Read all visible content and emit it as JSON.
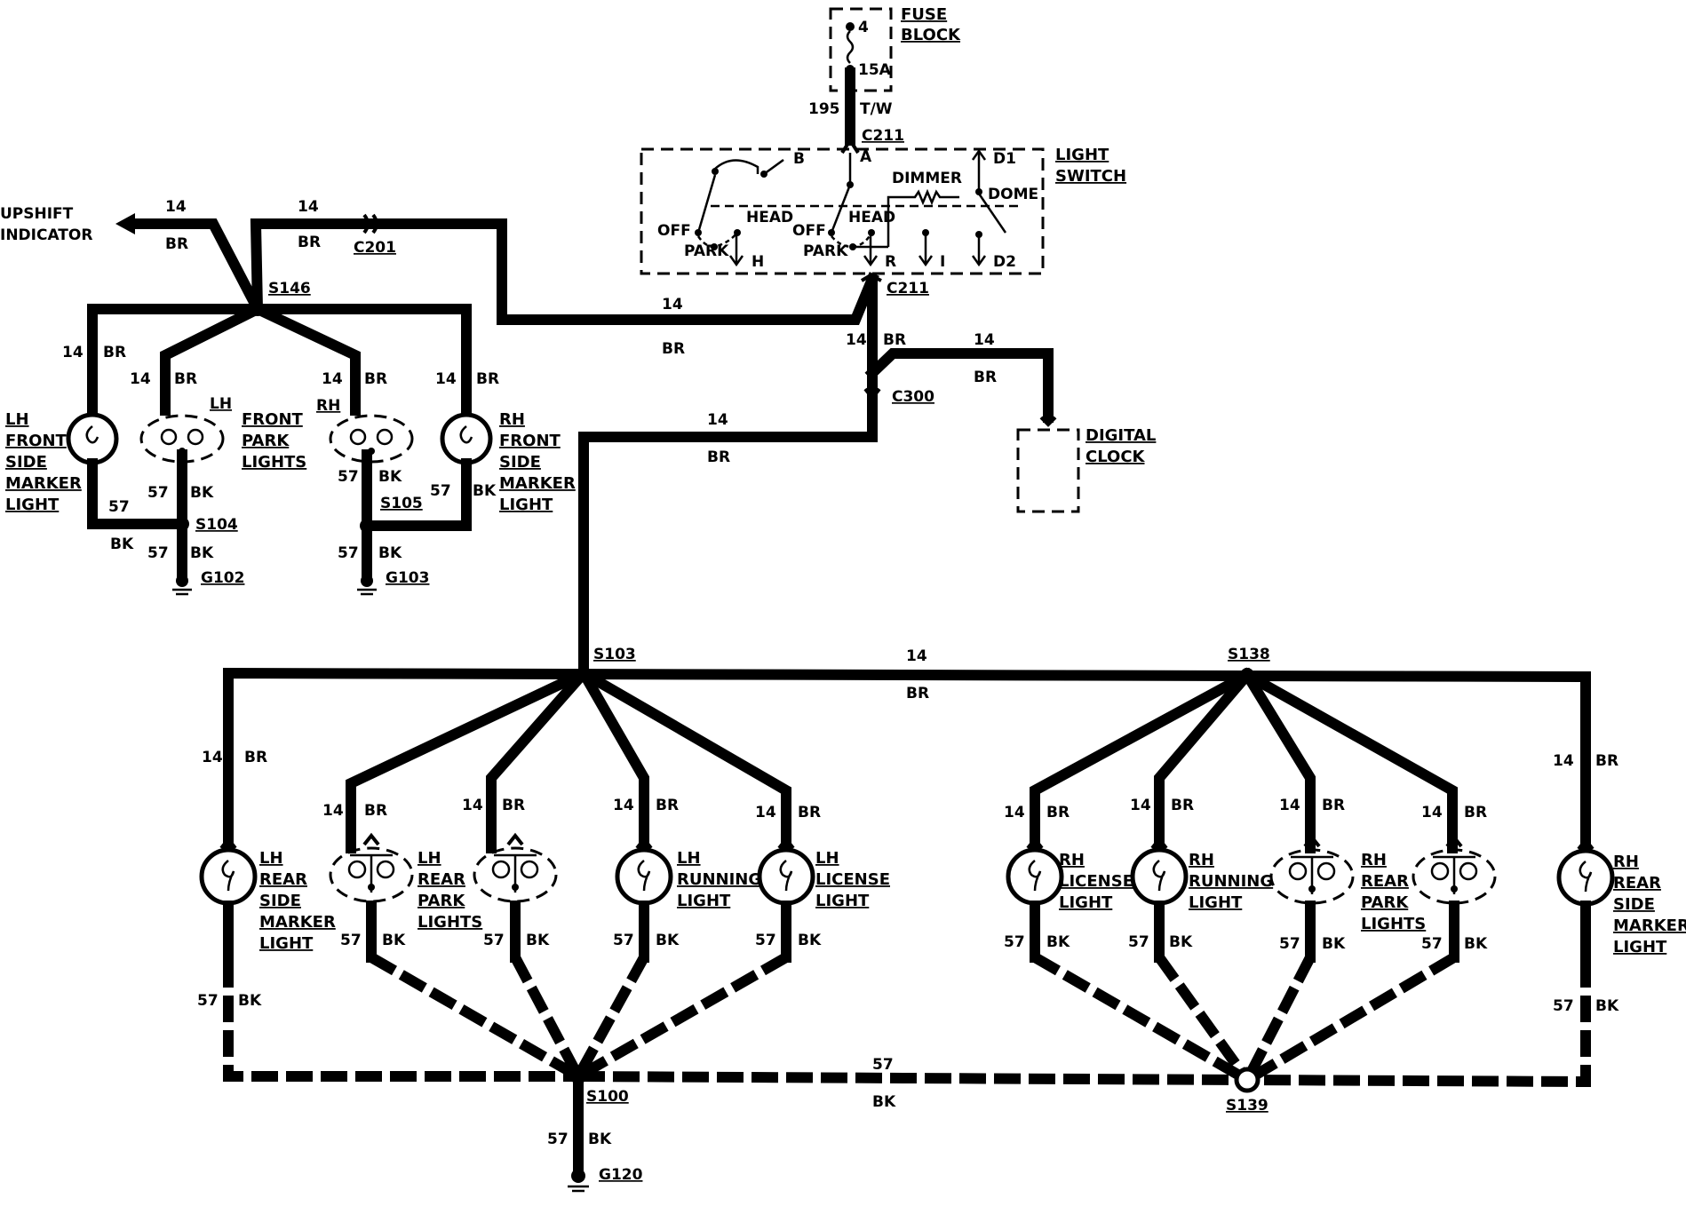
{
  "fuse_block": {
    "title1": "FUSE",
    "title2": "BLOCK",
    "cavity": "4",
    "rating": "15A"
  },
  "feed": {
    "circuit": "195",
    "color": "T/W"
  },
  "connectors": {
    "c211": "C211",
    "c201": "C201",
    "c300": "C300"
  },
  "light_switch": {
    "title1": "LIGHT",
    "title2": "SWITCH",
    "term_b": "B",
    "term_a": "A",
    "term_d1": "D1",
    "term_h": "H",
    "term_r": "R",
    "term_i": "I",
    "term_d2": "D2",
    "dimmer": "DIMMER",
    "dome": "DOME",
    "off": "OFF",
    "head": "HEAD",
    "park": "PARK"
  },
  "upshift": {
    "line1": "UPSHIFT",
    "line2": "INDICATOR"
  },
  "digital_clock": {
    "line1": "DIGITAL",
    "line2": "CLOCK"
  },
  "splices": {
    "s146": "S146",
    "s104": "S104",
    "s105": "S105",
    "s103": "S103",
    "s138": "S138",
    "s100": "S100",
    "s139": "S139"
  },
  "grounds": {
    "g102": "G102",
    "g103": "G103",
    "g120": "G120"
  },
  "wire": {
    "br_gauge": "14",
    "br_color": "BR",
    "bk_gauge": "57",
    "bk_color": "BK"
  },
  "front_labels": {
    "lh": "LH",
    "rh": "RH",
    "front": "FRONT",
    "side": "SIDE",
    "marker": "MARKER",
    "light": "LIGHT",
    "park": "PARK",
    "lights": "LIGHTS"
  },
  "rear_labels": {
    "lh": "LH",
    "rh": "RH",
    "rear": "REAR",
    "side": "SIDE",
    "marker": "MARKER",
    "light": "LIGHT",
    "park": "PARK",
    "lights": "LIGHTS",
    "running": "RUNNING",
    "license": "LICENSE"
  },
  "colors": {
    "ink": "#000000",
    "paper": "#ffffff"
  }
}
